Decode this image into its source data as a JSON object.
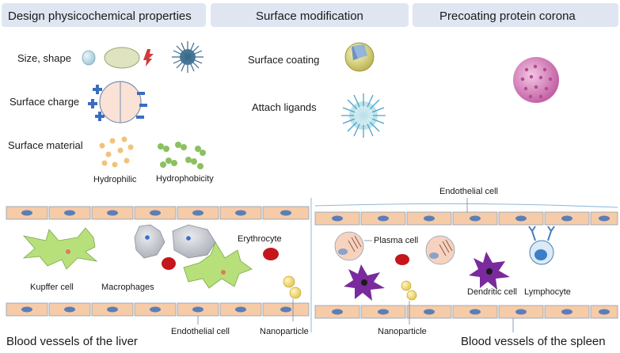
{
  "headers": {
    "design": "Design physicochemical properties",
    "surface_mod": "Surface modification",
    "precoating": "Precoating protein corona"
  },
  "design": {
    "size_shape": "Size, shape",
    "surface_charge": "Surface charge",
    "surface_material": "Surface material",
    "hydrophilic": "Hydrophilic",
    "hydrophobicity": "Hydrophobicity"
  },
  "surface_mod": {
    "coating": "Surface coating",
    "ligands": "Attach ligands"
  },
  "liver": {
    "title": "Blood vessels of the liver",
    "kupffer": "Kupffer cell",
    "macrophages": "Macrophages",
    "erythrocyte": "Erythrocyte",
    "endothelial": "Endothelial cell",
    "nanoparticle": "Nanoparticle"
  },
  "spleen": {
    "title": "Blood vessels of the spleen",
    "endothelial": "Endothelial cell",
    "plasma": "Plasma cell",
    "dendritic": "Dendritic cell",
    "lymphocyte": "Lymphocyte",
    "nanoparticle": "Nanoparticle"
  },
  "colors": {
    "header_bg": "#dfe6f1",
    "endothelial_fill": "#f6cba8",
    "endothelial_nucleus": "#5a7fb8",
    "kupffer_fill": "#b7e07a",
    "macrophage_fill": "#c9cdd3",
    "erythrocyte": "#c4161c",
    "nanoparticle": "#f5df7a",
    "dendritic": "#7a2a9c",
    "ligand_blue": "#4aa3c8",
    "corona_pink": "#d66fb1"
  }
}
